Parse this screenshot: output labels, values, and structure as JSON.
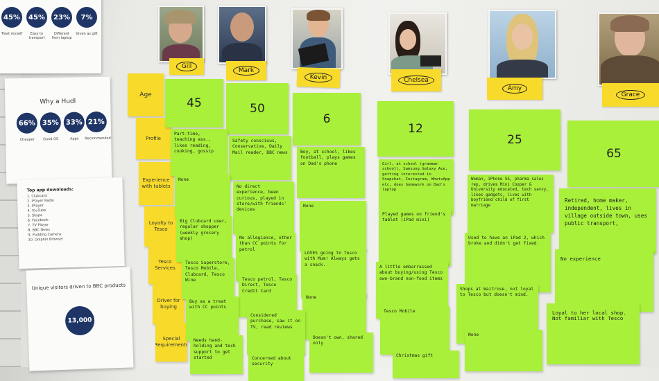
{
  "papers": {
    "top": {
      "stats": [
        {
          "value": "45%",
          "label": "Treat myself"
        },
        {
          "value": "45%",
          "label": "Easy to transport"
        },
        {
          "value": "23%",
          "label": "Different from laptop"
        },
        {
          "value": "7%",
          "label": "Given as gift"
        }
      ]
    },
    "why": {
      "title": "Why a Hudl",
      "stats": [
        {
          "value": "66%",
          "label": "Cheaper"
        },
        {
          "value": "35%",
          "label": "Good OS"
        },
        {
          "value": "33%",
          "label": "Apps"
        },
        {
          "value": "21%",
          "label": "Recommended"
        }
      ]
    },
    "apps": {
      "title": "Top app downloads:",
      "items": [
        "1. Clubcard",
        "2. iPlayer Radio",
        "3. iPlayer",
        "4. YouTube",
        "5. Skype",
        "6. Facebook",
        "7. TV Player",
        "8. BBC News",
        "9. Pudding Camera",
        "10. Dolphin Browser"
      ]
    },
    "bbc": {
      "title": "Unique visitors driven to BBC products",
      "value": "13,000"
    }
  },
  "personas": [
    {
      "name": "Gill"
    },
    {
      "name": "Mark"
    },
    {
      "name": "Kevin"
    },
    {
      "name": "Chelsea"
    },
    {
      "name": "Amy"
    },
    {
      "name": "Grace"
    }
  ],
  "row_labels": [
    "Age",
    "Profile",
    "Experience with tablets",
    "Loyalty to Tesco",
    "Tesco Services",
    "Driver for buying",
    "Special Requirements"
  ],
  "ages": [
    "45",
    "50",
    "6",
    "12",
    "25",
    "65"
  ],
  "notes": {
    "gill_profile": "Part-time, teaching ass., likes reading, cooking, gossip",
    "mark_profile": "Safety conscious, Conservative, Daily Mail reader, BBC news",
    "kevin_profile": "Boy, at school, likes football, plays games on Dad's phone",
    "chelsea_profile": "Girl, at school (grammar school), Samsung Galaxy Ace, getting interested in Snapchat, Instagram, WhatsApp etc, does homework on Dad's laptop",
    "amy_profile": "Woman, iPhone 5S, pharma sales rep, drives Mini Cooper & University educated, tech savvy, likes gadgets, lives with boyfriend child of first marriage",
    "grace_profile": "Retired, home maker, independent, lives in village outside town, uses public transport,",
    "gill_exp": "None",
    "mark_exp": "No direct experience, been curious, played in store/with friends' devices",
    "kevin_exp": "None",
    "chelsea_exp": "Played games on friend's tablet (iPad mini)",
    "amy_exp": "Used to have an iPad 2, which broke and didn't get fixed.",
    "grace_exp": "No experience",
    "gill_loyalty": "Big Clubcard user, regular shopper (weekly grocery shop)",
    "mark_loyalty": "No allegiance, other than CC points for petrol",
    "kevin_loyalty": "LOVES going to Tesco with Mum! Always gets a snack.",
    "chelsea_loyalty": "A little embarrassed about buying/using Tesco own-brand non-food items",
    "amy_loyalty": "Shops at Waitrose, not loyal to Tesco but doesn't mind.",
    "grace_loyalty": "Loyal to her local shop. Not familiar with Tesco",
    "gill_services": "Tesco Superstore, Tesco Mobile, Clubcard, Tesco Wine",
    "mark_services": "Tesco petrol, Tesco Direct, Tesco Credit Card",
    "kevin_services": "None",
    "chelsea_services": "Tesco Mobile",
    "amy_services": "None",
    "gill_driver": "Buy as a treat with CC points",
    "mark_driver": "Considered purchase, saw it on TV, read reviews",
    "kevin_driver": "Doesn't own, shared only",
    "chelsea_driver": "Christmas gift",
    "gill_special": "Needs hand-holding and tech support to get started",
    "mark_special": "Concerned about security"
  }
}
